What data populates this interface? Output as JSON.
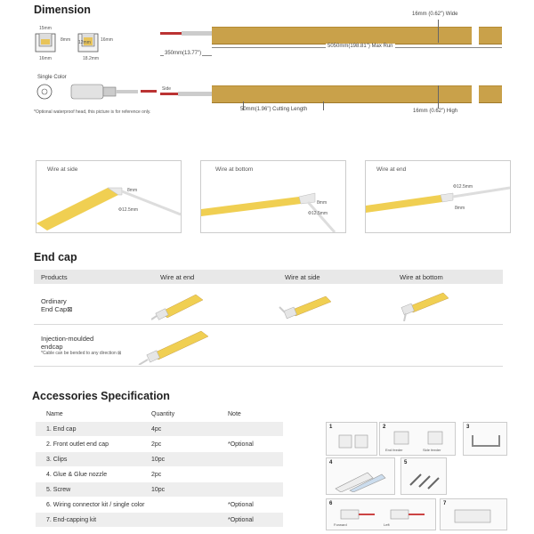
{
  "dimension": {
    "title": "Dimension",
    "profile": {
      "w15": "15mm",
      "h8": "8mm",
      "w16": "16mm",
      "w12": "12mm",
      "h16": "16mm",
      "w182": "18.2mm"
    },
    "lead": "350mm(13.77\")",
    "max_run": "5050mm(198.81\") Max Run",
    "wide": "16mm (0.62\") Wide",
    "single_color": "Single Color",
    "side": "Side",
    "optional_note": "*Optional waterproof head, this picture is for reference only.",
    "cutting": "50mm(1.96\") Cutting Length",
    "high": "16mm (0.62\")  High"
  },
  "wire_panels": [
    {
      "label": "Wire at side",
      "d1": "8mm",
      "d2": "Φ12.5mm"
    },
    {
      "label": "Wire at bottom",
      "d1": "8mm",
      "d2": "Φ12.5mm"
    },
    {
      "label": "Wire at end",
      "d1": "Φ12.5mm",
      "d2": "8mm"
    }
  ],
  "endcap": {
    "title": "End cap",
    "headers": [
      "Products",
      "Wire at end",
      "Wire at side",
      "Wire at bottom"
    ],
    "row1": {
      "line1": "Ordinary",
      "line2": "End Cap⊠"
    },
    "row2": {
      "line1": "Injection-moulded",
      "line2": "endcap",
      "note": "*Cable can be bended to any direction ⊠"
    }
  },
  "accessories": {
    "title": "Accessories Specification",
    "headers": {
      "name": "Name",
      "qty": "Quantity",
      "note": "Note"
    },
    "rows": [
      {
        "name": "1. End cap",
        "qty": "4pc",
        "note": ""
      },
      {
        "name": "2. Front outlet end cap",
        "qty": "2pc",
        "note": "*Optional"
      },
      {
        "name": "3. Clips",
        "qty": "10pc",
        "note": ""
      },
      {
        "name": "4. Glue & Glue nozzle",
        "qty": "2pc",
        "note": ""
      },
      {
        "name": "5. Screw",
        "qty": "10pc",
        "note": ""
      },
      {
        "name": "6. Wiring connector kit / single color",
        "qty": "",
        "note": "*Optional"
      },
      {
        "name": "7. End-capping kit",
        "qty": "",
        "note": "*Optional"
      }
    ],
    "thumbs": [
      {
        "num": "1"
      },
      {
        "num": "2",
        "cap1": "End feeder",
        "cap2": "Side feeder"
      },
      {
        "num": "3"
      },
      {
        "num": "4"
      },
      {
        "num": "5"
      },
      {
        "num": "6",
        "cap1": "Forward",
        "cap2": "Left"
      },
      {
        "num": "7"
      }
    ]
  }
}
